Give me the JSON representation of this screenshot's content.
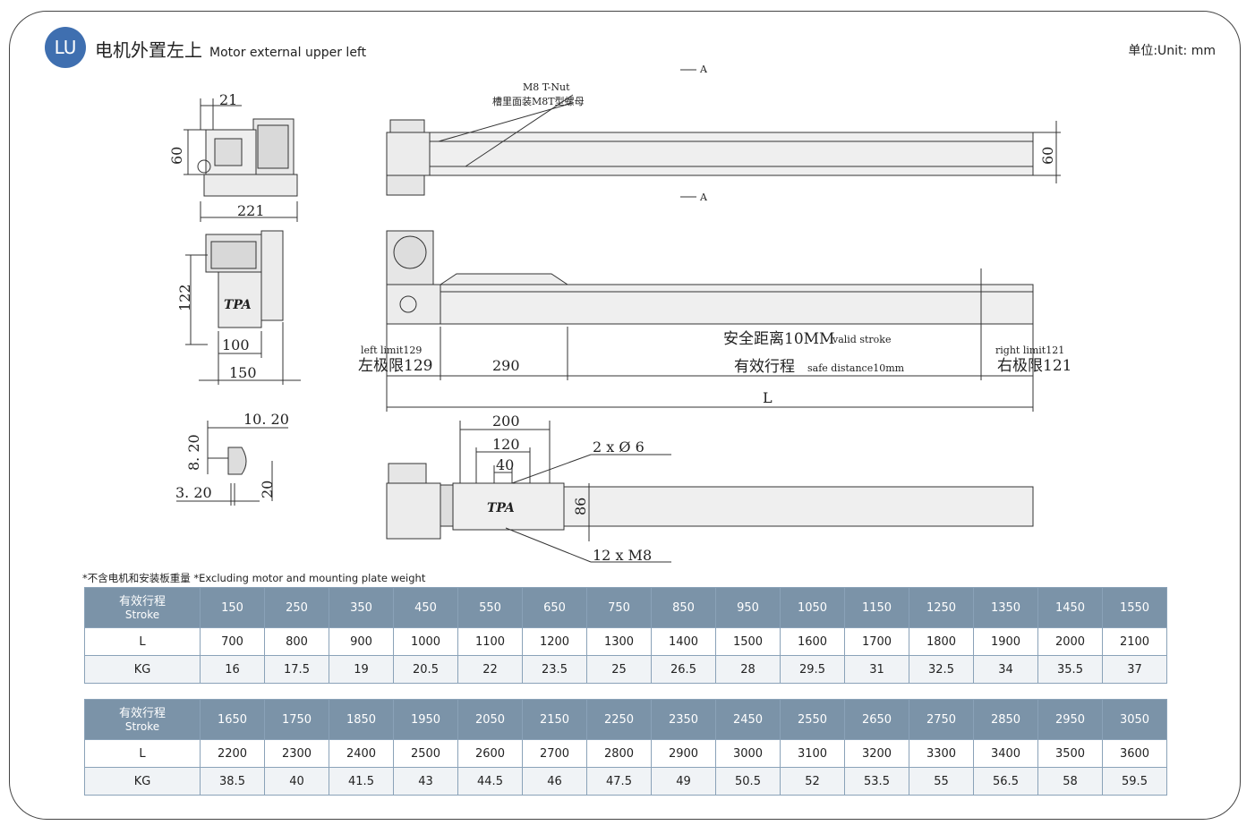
{
  "header": {
    "badge": "LU",
    "title_zh": "电机外置左上",
    "title_en": "Motor external upper left",
    "unit": "单位:Unit: mm"
  },
  "drawing": {
    "side_dims": {
      "d21": "21",
      "d60": "60",
      "d221": "221"
    },
    "end_dims": {
      "d122": "122",
      "d100": "100",
      "d150": "150"
    },
    "slot_dims": {
      "d1020": "10. 20",
      "d820": "8. 20",
      "d320": "3. 20",
      "d20": "20"
    },
    "top_view": {
      "section_mark": "A",
      "tnut_en": "M8 T-Nut",
      "tnut_zh": "槽里面装M8T型螺母",
      "d60": "60"
    },
    "front_view": {
      "left_limit_en": "left limit129",
      "left_limit_zh": "左极限129",
      "right_limit_en": "right limit121",
      "right_limit_zh": "右极限121",
      "d290": "290",
      "safe_zh": "安全距离10MM",
      "safe_en": "valid stroke",
      "stroke_zh": "有效行程",
      "stroke_en": "safe distance10mm",
      "length": "L"
    },
    "bottom_view": {
      "d200": "200",
      "d120": "120",
      "d40": "40",
      "holes": "2 x Ø 6",
      "d86": "86",
      "threads": "12 x  M8"
    },
    "logo": "TPA"
  },
  "note": "*不含电机和安装板重量 *Excluding motor and mounting plate weight",
  "table1": {
    "stroke_label_zh": "有效行程",
    "stroke_label_en": "Stroke",
    "l_label": "L",
    "kg_label": "KG",
    "stroke": [
      "150",
      "250",
      "350",
      "450",
      "550",
      "650",
      "750",
      "850",
      "950",
      "1050",
      "1150",
      "1250",
      "1350",
      "1450",
      "1550"
    ],
    "L": [
      "700",
      "800",
      "900",
      "1000",
      "1100",
      "1200",
      "1300",
      "1400",
      "1500",
      "1600",
      "1700",
      "1800",
      "1900",
      "2000",
      "2100"
    ],
    "KG": [
      "16",
      "17.5",
      "19",
      "20.5",
      "22",
      "23.5",
      "25",
      "26.5",
      "28",
      "29.5",
      "31",
      "32.5",
      "34",
      "35.5",
      "37"
    ]
  },
  "table2": {
    "stroke_label_zh": "有效行程",
    "stroke_label_en": "Stroke",
    "l_label": "L",
    "kg_label": "KG",
    "stroke": [
      "1650",
      "1750",
      "1850",
      "1950",
      "2050",
      "2150",
      "2250",
      "2350",
      "2450",
      "2550",
      "2650",
      "2750",
      "2850",
      "2950",
      "3050"
    ],
    "L": [
      "2200",
      "2300",
      "2400",
      "2500",
      "2600",
      "2700",
      "2800",
      "2900",
      "3000",
      "3100",
      "3200",
      "3300",
      "3400",
      "3500",
      "3600"
    ],
    "KG": [
      "38.5",
      "40",
      "41.5",
      "43",
      "44.5",
      "46",
      "47.5",
      "49",
      "50.5",
      "52",
      "53.5",
      "55",
      "56.5",
      "58",
      "59.5"
    ]
  }
}
